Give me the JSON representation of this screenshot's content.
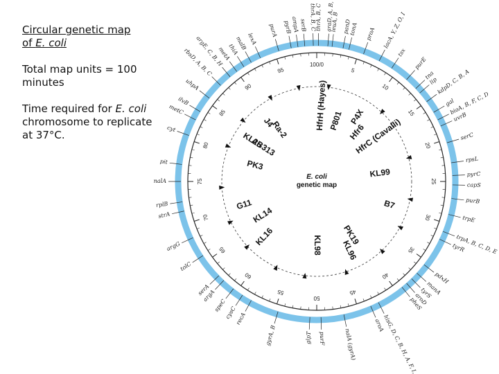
{
  "slide": {
    "title_line1": "Circular genetic map",
    "title_line2_prefix": "of ",
    "title_line2_italic": "E. coli",
    "para1": "Total map units = 100 minutes",
    "para2_prefix": "Time required for ",
    "para2_italic": "E. coli",
    "para2_suffix": " chromosome to replicate at 37°C."
  },
  "map": {
    "center_line1": "E. coli",
    "center_line2": "genetic map",
    "ring_color": "#7cc3ea",
    "minute_labels": [
      "100/0",
      "5",
      "10",
      "15",
      "20",
      "25",
      "30",
      "35",
      "40",
      "45",
      "50",
      "55",
      "60",
      "65",
      "70",
      "75",
      "80",
      "85",
      "90",
      "95"
    ],
    "strains": [
      {
        "text": "HfrH (Hayes)",
        "min": 1
      },
      {
        "text": "P801",
        "min": 5
      },
      {
        "text": "P4X",
        "min": 9
      },
      {
        "text": "Hfr6",
        "min": 11
      },
      {
        "text": "HfrC (Cavalli)",
        "min": 15
      },
      {
        "text": "KL99",
        "min": 23
      },
      {
        "text": "B7",
        "min": 30
      },
      {
        "text": "PK19",
        "min": 41
      },
      {
        "text": "KL96",
        "min": 43
      },
      {
        "text": "KL98",
        "min": 50
      },
      {
        "text": "KL16",
        "min": 62
      },
      {
        "text": "KL14",
        "min": 66
      },
      {
        "text": "G11",
        "min": 70
      },
      {
        "text": "PK3",
        "min": 79
      },
      {
        "text": "KL25",
        "min": 84
      },
      {
        "text": "AB313",
        "min": 84
      },
      {
        "text": "J4",
        "min": 89
      },
      {
        "text": "Ra-2",
        "min": 90
      }
    ],
    "genes": [
      {
        "t": "thrA, B, C",
        "m": 0.2
      },
      {
        "t": "thrA, B, C",
        "m": 99.6
      },
      {
        "t": "leuA, B",
        "m": 1.8
      },
      {
        "t": "araD, A, B, C",
        "m": 1.3
      },
      {
        "t": "panD",
        "m": 3.1
      },
      {
        "t": "tonA",
        "m": 3.8
      },
      {
        "t": "proA",
        "m": 5.6
      },
      {
        "t": "lacA, Y, Z, O, I",
        "m": 7.6
      },
      {
        "t": "tsx",
        "m": 9.3
      },
      {
        "t": "purE",
        "m": 11.5
      },
      {
        "t": "tna",
        "m": 13.0
      },
      {
        "t": "lip",
        "m": 13.7
      },
      {
        "t": "kdpD, C, B, A",
        "m": 15.0
      },
      {
        "t": "gal",
        "m": 16.5
      },
      {
        "t": "bioA, B, F, C, D",
        "m": 17.5
      },
      {
        "t": "uvrB",
        "m": 18.3
      },
      {
        "t": "serC",
        "m": 20.4
      },
      {
        "t": "rpsL",
        "m": 22.8
      },
      {
        "t": "pyrC",
        "m": 24.3
      },
      {
        "t": "capS",
        "m": 25.4
      },
      {
        "t": "purB",
        "m": 27.0
      },
      {
        "t": "trpE",
        "m": 28.9
      },
      {
        "t": "trpA, B, C, D, E",
        "m": 31.0
      },
      {
        "t": "tyrR",
        "m": 32.0
      },
      {
        "t": "pdxH",
        "m": 35.5
      },
      {
        "t": "manA",
        "m": 36.8
      },
      {
        "t": "tyrS",
        "m": 37.7
      },
      {
        "t": "aroD",
        "m": 38.5
      },
      {
        "t": "pheS",
        "m": 39.2
      },
      {
        "t": "hisG, D, C, B, H, A, F, I, E",
        "m": 42.5
      },
      {
        "t": "aroA",
        "m": 43.5
      },
      {
        "t": "nalA (gyrA)",
        "m": 46.8
      },
      {
        "t": "purF",
        "m": 49.5
      },
      {
        "t": "glpT",
        "m": 50.8
      },
      {
        "t": "gyrA, B",
        "m": 54.6
      },
      {
        "t": "recA",
        "m": 58.0
      },
      {
        "t": "cysC",
        "m": 59.2
      },
      {
        "t": "speC",
        "m": 60.5
      },
      {
        "t": "argA",
        "m": 62.0
      },
      {
        "t": "serA",
        "m": 62.8
      },
      {
        "t": "tolC",
        "m": 65.8
      },
      {
        "t": "argG",
        "m": 68.2
      },
      {
        "t": "strA",
        "m": 71.5
      },
      {
        "t": "rplB",
        "m": 72.6
      },
      {
        "t": "malA",
        "m": 75.0
      },
      {
        "t": "pit",
        "m": 77.0
      },
      {
        "t": "cyt",
        "m": 80.5
      },
      {
        "t": "metC",
        "m": 82.5
      },
      {
        "t": "ilvB",
        "m": 83.6
      },
      {
        "t": "uhpA",
        "m": 85.5
      },
      {
        "t": "rbsD, A, B, C",
        "m": 87.5
      },
      {
        "t": "argE, C, B, H",
        "m": 89.0
      },
      {
        "t": "metA",
        "m": 90.0
      },
      {
        "t": "thiA",
        "m": 91.0
      },
      {
        "t": "malB",
        "m": 92.0
      },
      {
        "t": "lexA",
        "m": 93.2
      },
      {
        "t": "purA",
        "m": 95.5
      },
      {
        "t": "pyrB",
        "m": 97.0
      },
      {
        "t": "ampA",
        "m": 97.8
      },
      {
        "t": "serB",
        "m": 98.6
      }
    ]
  }
}
